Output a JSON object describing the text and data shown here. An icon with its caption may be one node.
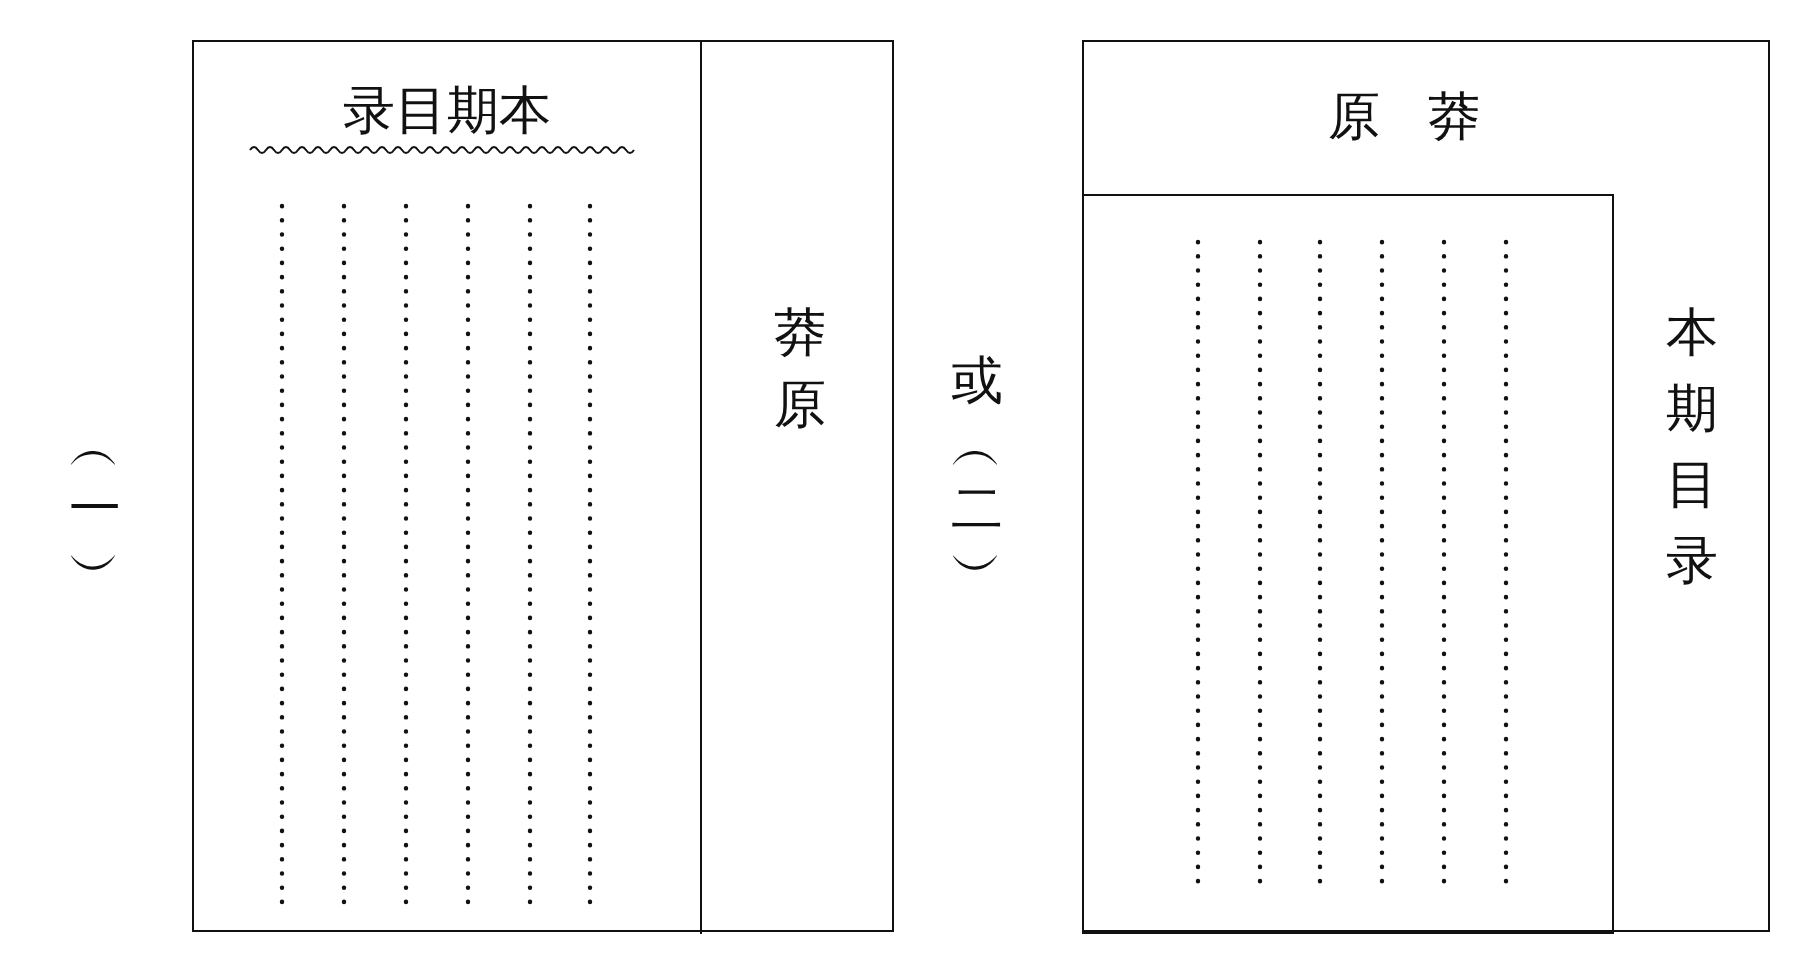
{
  "diagram": {
    "nodes": [
      {
        "text": [],
        "shape": "box"
      },
      {
        "text": [
          "录目期本"
        ],
        "in": 0
      },
      {
        "text": [
          "莽原"
        ],
        "in": 0
      },
      {
        "text": [],
        "shape": "box"
      },
      {
        "text": [
          "原莽"
        ],
        "in": 3
      },
      {
        "text": [],
        "shape": "box",
        "in": 3
      },
      {
        "text": [
          "本期目录"
        ],
        "in": 3
      }
    ],
    "edges": [],
    "labels": [
      "︵一︶",
      "或",
      "︵二︶"
    ]
  }
}
